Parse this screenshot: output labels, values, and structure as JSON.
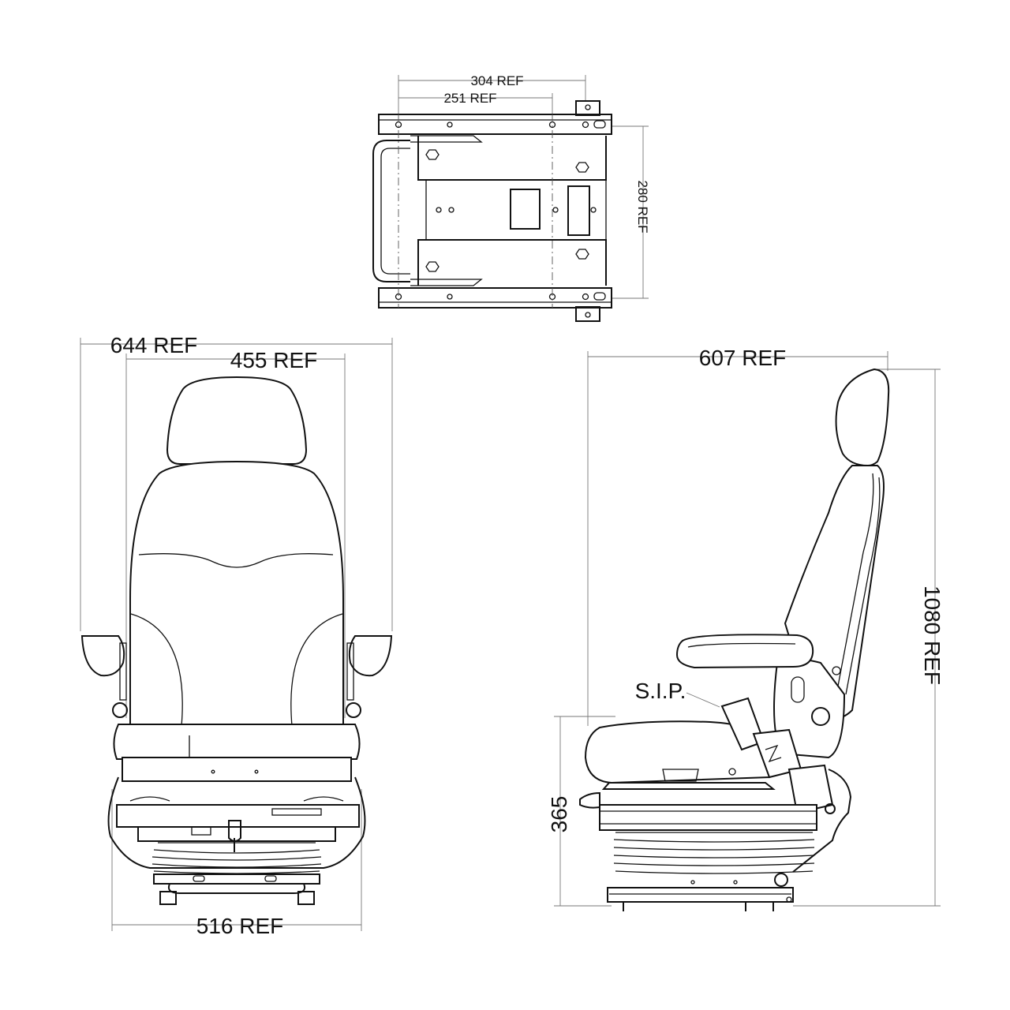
{
  "top_view": {
    "dim_304": "304 REF",
    "dim_251": "251 REF",
    "dim_280": "280 REF"
  },
  "front_view": {
    "dim_644": "644 REF",
    "dim_455": "455 REF",
    "dim_516": "516 REF"
  },
  "side_view": {
    "dim_607": "607 REF",
    "dim_1080": "1080 REF",
    "dim_365": "365",
    "sip_label": "S.I.P."
  }
}
